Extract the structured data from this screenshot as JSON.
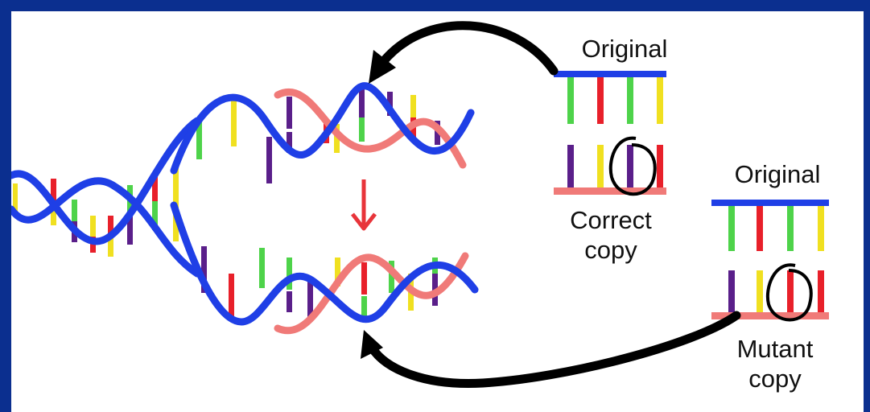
{
  "colors": {
    "frame": "#0b2f8f",
    "original_strand": "#1f3fe6",
    "copy_strand": "#f07a78",
    "base_green": "#4ed34a",
    "base_red": "#e8202a",
    "base_yellow": "#f0e020",
    "base_purple": "#5a1f8a",
    "arrow": "#000000",
    "down_arrow": "#e8343a"
  },
  "icons": {
    "down_arrow": "red-down-arrow",
    "circle_mark": "hand-drawn-circle"
  },
  "labels": {
    "top_original": "Original",
    "correct_line1": "Correct",
    "correct_line2": "copy",
    "right_original": "Original",
    "mutant_line1": "Mutant",
    "mutant_line2": "copy"
  }
}
